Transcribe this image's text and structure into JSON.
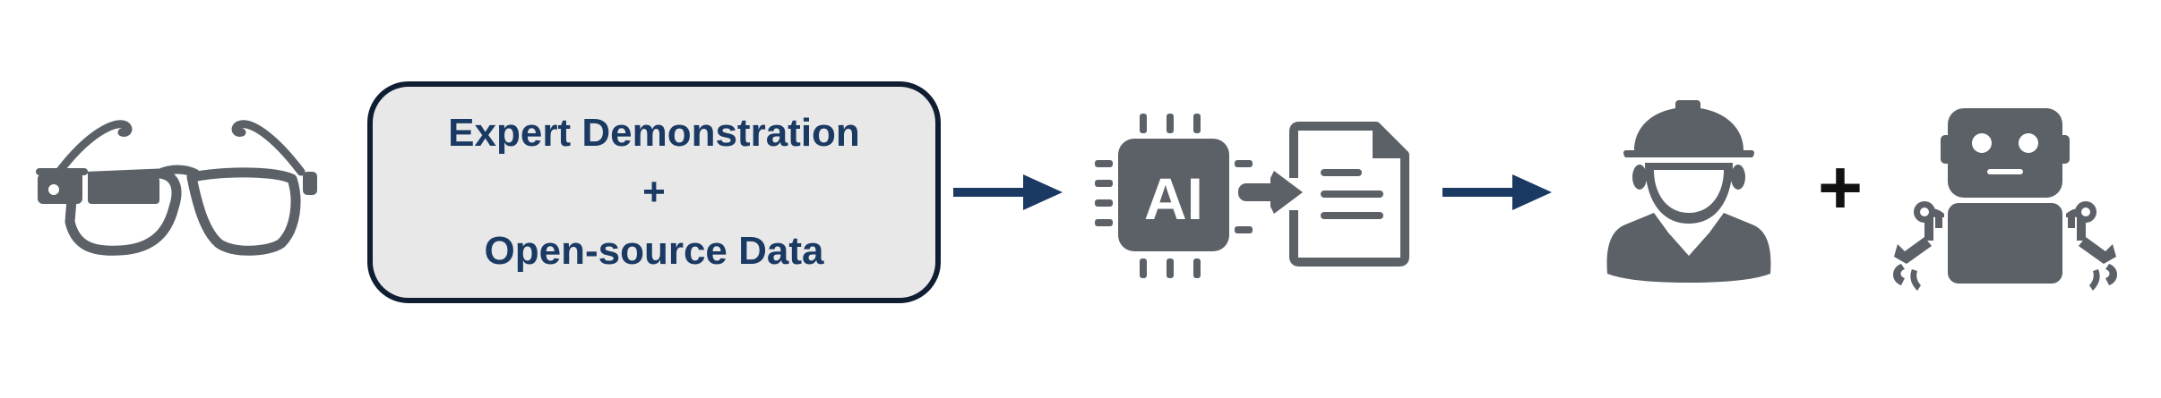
{
  "source_box": {
    "line1": "Expert Demonstration",
    "plus": "+",
    "line2": "Open-source Data"
  },
  "chip": {
    "label": "AI"
  },
  "combine": {
    "symbol": "+"
  },
  "colors": {
    "icon_gray": "#5b6167",
    "arrow_navy": "#1b3a63",
    "box_fill": "#e8e8e8",
    "box_border": "#0f1e33",
    "text_navy": "#1b3a63",
    "plus_black": "#111111"
  },
  "icons": [
    "smart-glasses-icon",
    "ai-chip-icon",
    "document-icon",
    "worker-icon",
    "robot-icon"
  ]
}
